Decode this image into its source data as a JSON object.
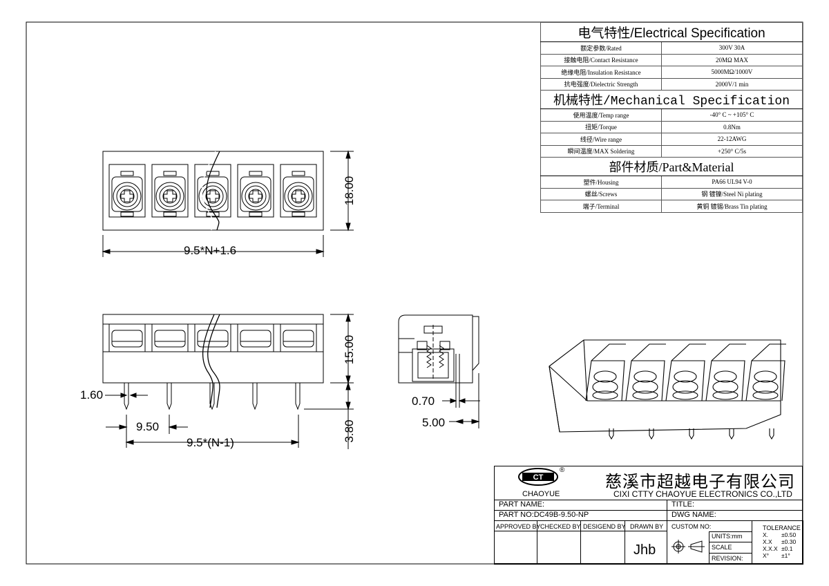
{
  "electrical": {
    "title": "电气特性/Electrical Specification",
    "rows": [
      {
        "label": "额定参数/Rated",
        "value": "300V  30A"
      },
      {
        "label": "接触电阻/Contact Resistance",
        "value": "20MΩ MAX"
      },
      {
        "label": "绝缘电阻/Insulation Resistance",
        "value": "5000MΩ/1000V"
      },
      {
        "label": "抗电强度/Dielectric Strength",
        "value": "2000V/1 min"
      }
    ]
  },
  "mechanical": {
    "title": "机械特性/Mechanical Specification",
    "rows": [
      {
        "label": "使用温度/Temp range",
        "value": "-40° C ~ +105° C"
      },
      {
        "label": "扭矩/Torque",
        "value": "0.8Nm"
      },
      {
        "label": "线径/Wire range",
        "value": "22-12AWG"
      },
      {
        "label": "瞬间温度/MAX Soldering",
        "value": "+250° C/5s"
      }
    ]
  },
  "material": {
    "title": "部件材质/Part&Material",
    "rows": [
      {
        "label": "塑件/Housing",
        "value": "PA66 UL94 V-0"
      },
      {
        "label": "螺丝/Screws",
        "value": "钢 镀镍/Steel Ni plating"
      },
      {
        "label": "端子/Terminal",
        "value": "黄铜 镀锡/Brass Tin  plating"
      }
    ]
  },
  "dimensions": {
    "height_top": "18.00",
    "width_top": "9.5*N+1.6",
    "height_front": "15.00",
    "pin_width": "1.60",
    "pitch": "9.50",
    "pin_span": "9.5*(N-1)",
    "pin_length": "3.80",
    "side_thickness": "0.70",
    "side_offset": "5.00"
  },
  "title_block": {
    "logo_mark": "CT",
    "registered": "®",
    "brand": "CHAOYUE",
    "company_cn": "慈溪市超越电子有限公司",
    "company_en": "CIXI CTTY CHAOYUE ELECTRONICS CO.,LTD",
    "part_name_label": "PART NAME:",
    "title_label": "TITLE:",
    "part_no_label": "PART NO:DC49B-9.50-NP",
    "dwg_name_label": "DWG NAME:",
    "approved_by": "APPROVED BY",
    "checked_by": "CHECKED BY",
    "designed_by": "DESIGEND BY",
    "drawn_by": "DRAWN BY",
    "drawn_by_value": "Jhb",
    "custom_no": "CUSTOM NO:",
    "units": "UNITS:mm",
    "scale": "SCALE",
    "revision": "REVISION:",
    "tolerance": "TOLERANCE",
    "tol_rows": [
      {
        "k": "X.",
        "v": "±0.50"
      },
      {
        "k": "X.X",
        "v": "±0.30"
      },
      {
        "k": "X.X.X",
        "v": "±0.1"
      },
      {
        "k": "X°",
        "v": "±1°"
      }
    ]
  }
}
